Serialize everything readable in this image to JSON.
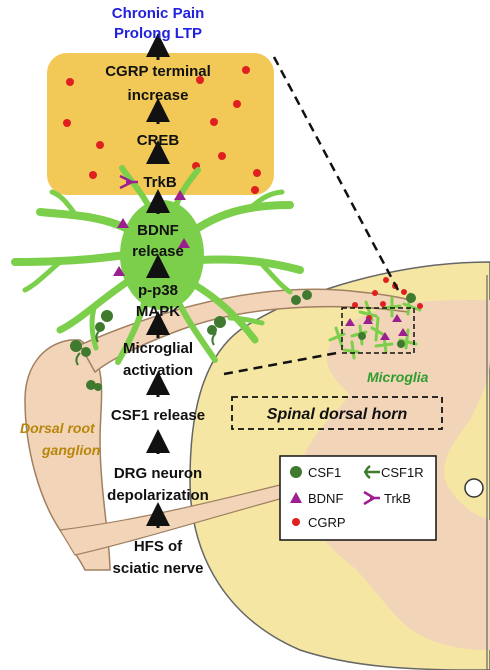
{
  "outcomes": {
    "line1": "Chronic Pain",
    "line2": "Prolong LTP"
  },
  "steps": {
    "cgrp_terminal": [
      "CGRP terminal",
      "increase"
    ],
    "creb": "CREB",
    "trkb": "TrkB",
    "bdnf_release": [
      "BDNF",
      "release"
    ],
    "p_p38": [
      "p-p38",
      "MAPK"
    ],
    "microglial_activation": [
      "Microglial",
      "activation"
    ],
    "csf1_release": "CSF1 release",
    "drg_depolarization": [
      "DRG neuron",
      "depolarization"
    ],
    "hfs": [
      "HFS of",
      "sciatic nerve"
    ]
  },
  "labels": {
    "dorsal_root_ganglion": [
      "Dorsal root",
      "ganglion"
    ],
    "microglia": "Microglia",
    "spinal_dorsal_horn": "Spinal dorsal horn"
  },
  "legend": {
    "csf1": "CSF1",
    "csf1r": "CSF1R",
    "bdnf": "BDNF",
    "trkb": "TrkB",
    "cgrp": "CGRP"
  },
  "colors": {
    "terminal_fill": "#f2c957",
    "microglia_green": "#7ccf4a",
    "csf1_dot": "#3f7a2e",
    "bdnf_triangle": "#9b1f8e",
    "cgrp_dot": "#e02020",
    "spinal_cord": "#f5e6a3",
    "grey_matter": "#f2d4b8",
    "outcome_text": "#2222dd",
    "drg_text": "#b8860b",
    "microglia_text": "#2e9e2e"
  }
}
